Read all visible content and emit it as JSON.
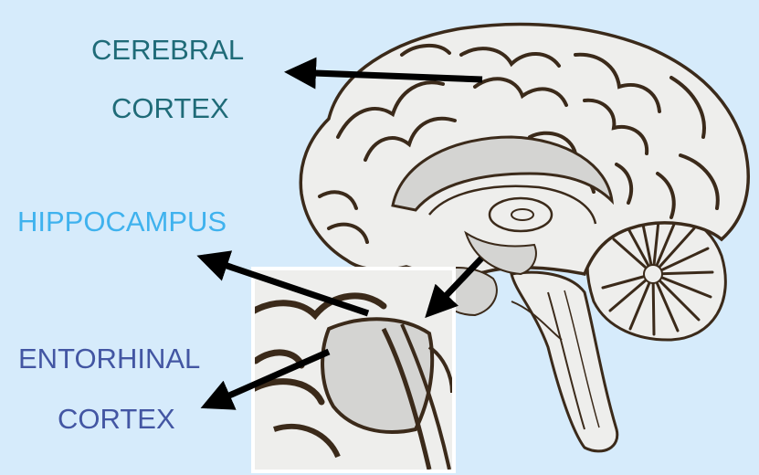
{
  "labels": {
    "cerebral_cortex": {
      "line1": "CEREBRAL",
      "line2": "CORTEX"
    },
    "hippocampus": "HIPPOCAMPUS",
    "entorhinal_cortex": {
      "line1": "ENTORHINAL",
      "line2": "CORTEX"
    }
  },
  "colors": {
    "background": "#d6ebfb",
    "cerebral_cortex_label": "#1f6b78",
    "hippocampus_label": "#3fb2ee",
    "entorhinal_cortex_label": "#4356a3",
    "arrows": "#000000",
    "brain_fill": "#eeeeec",
    "brain_outline": "#3b2a1a",
    "inner_structures": "#d4d4d2"
  },
  "icons": [
    "brain-sagittal-illustration",
    "zoom-inset",
    "arrow-icon"
  ]
}
